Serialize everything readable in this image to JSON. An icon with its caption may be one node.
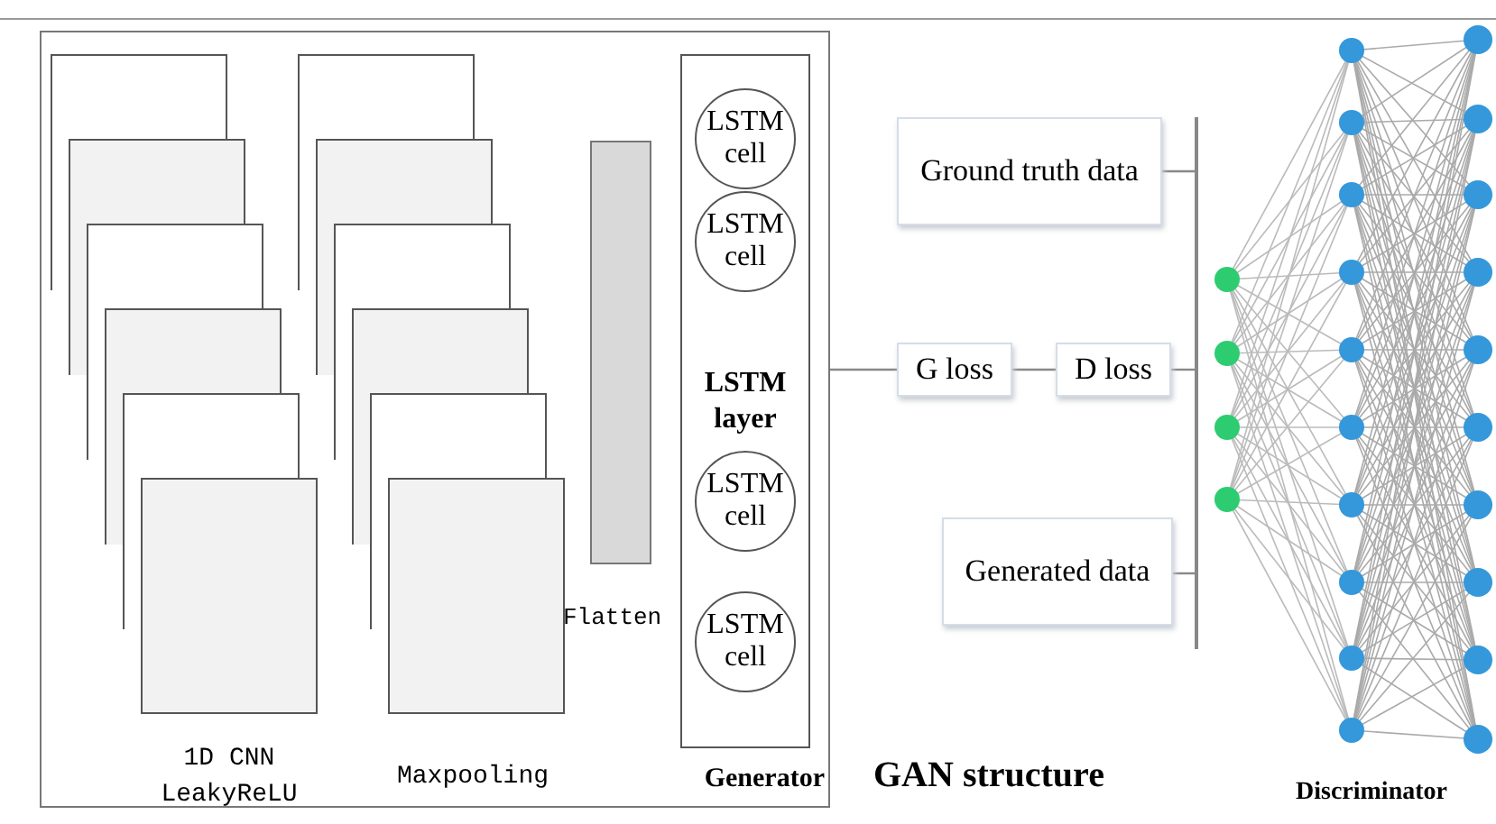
{
  "diagram": {
    "title": "GAN structure",
    "nodes": [
      {
        "text": [
          "Generator"
        ]
      },
      {
        "text": [],
        "shape": "box",
        "in": 0
      },
      {
        "text": [],
        "shape": "box",
        "in": 0
      },
      {
        "text": [],
        "shape": "box",
        "in": 0
      },
      {
        "text": [],
        "shape": "box",
        "in": 0
      },
      {
        "text": [],
        "shape": "box",
        "in": 0
      },
      {
        "text": [],
        "shape": "box",
        "in": 0
      },
      {
        "text": [],
        "shape": "box",
        "in": 0
      },
      {
        "text": [],
        "shape": "box",
        "in": 0
      },
      {
        "text": [],
        "shape": "box",
        "in": 0
      },
      {
        "text": [],
        "shape": "box",
        "in": 0
      },
      {
        "text": [],
        "shape": "box",
        "in": 0
      },
      {
        "text": [],
        "shape": "box",
        "in": 0
      },
      {
        "text": [],
        "shape": "bar",
        "in": 0
      },
      {
        "text": [
          "LSTM layer"
        ],
        "in": 0
      },
      {
        "text": [
          "LSTM cell"
        ],
        "in": 14
      },
      {
        "text": [
          "LSTM cell"
        ],
        "in": 14
      },
      {
        "text": [
          "LSTM cell"
        ],
        "in": 14
      },
      {
        "text": [
          "LSTM cell"
        ],
        "in": 14
      },
      {
        "text": [
          "Ground truth data"
        ]
      },
      {
        "text": [
          "G loss"
        ]
      },
      {
        "text": [
          "D loss"
        ]
      },
      {
        "text": [
          "Generated data"
        ]
      },
      {
        "text": [],
        "shape": "line"
      }
    ],
    "edges": [
      {
        "from": 0,
        "to": 20,
        "arrow": "none"
      },
      {
        "from": 20,
        "to": 21,
        "arrow": "none"
      },
      {
        "from": 21,
        "to": 23,
        "arrow": "none"
      },
      {
        "from": 19,
        "to": 23,
        "arrow": "none"
      },
      {
        "from": 22,
        "to": 23,
        "arrow": "none"
      }
    ],
    "labels": [
      "Flatten",
      "1D CNN LeakyReLU",
      "Maxpooling",
      "Discriminator"
    ]
  }
}
